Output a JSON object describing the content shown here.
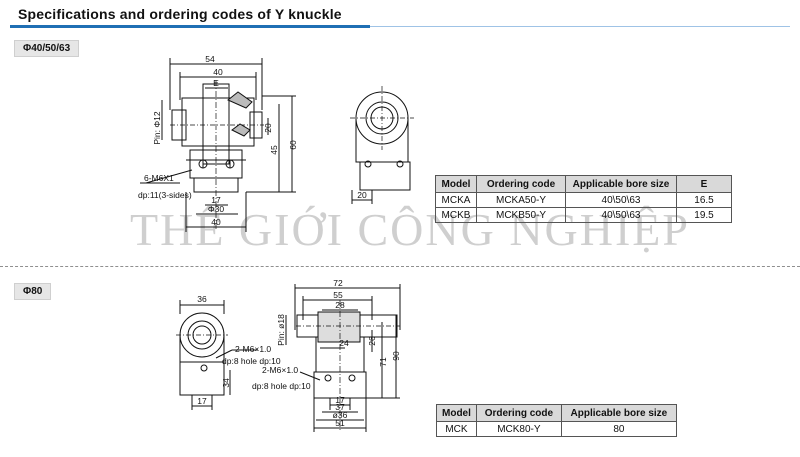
{
  "title": "Specifications and ordering codes of Y knuckle",
  "watermark": "THẾ GIỚI CÔNG NGHIỆP",
  "section1": {
    "label": "Φ40/50/63",
    "dims": {
      "d54": "54",
      "d40top": "40",
      "dE": "E",
      "dPin": "Pin: Φ12",
      "d20": "20",
      "d45": "45",
      "d60": "60",
      "dThread": "6-M6X1",
      "dDepth": "dp:11(3-sides)",
      "d17": "17",
      "dPhi30": "Φ30",
      "d40bot": "40",
      "d20side": "20"
    },
    "table": {
      "headers": [
        "Model",
        "Ordering code",
        "Applicable bore size",
        "E"
      ],
      "rows": [
        [
          "MCKA",
          "MCKA50-Y",
          "40\\50\\63",
          "16.5"
        ],
        [
          "MCKB",
          "MCKB50-Y",
          "40\\50\\63",
          "19.5"
        ]
      ]
    }
  },
  "section2": {
    "label": "Φ80",
    "dims": {
      "d36": "36",
      "d72": "72",
      "d55": "55",
      "d28": "28",
      "dPin": "Pin: ø18",
      "d24": "24",
      "d26": "26",
      "d71": "71",
      "d90": "90",
      "dThread1": "2-M6×1.0",
      "dDepth1": "dp:8 hole dp:10",
      "dThread2": "2-M6×1.0",
      "dDepth2": "dp:8 hole dp:10",
      "d34": "34",
      "d17a": "17",
      "d17b": "17",
      "d37": "37",
      "dPhi36": "ø36",
      "d51": "51"
    },
    "table": {
      "headers": [
        "Model",
        "Ordering code",
        "Applicable bore size"
      ],
      "rows": [
        [
          "MCK",
          "MCK80-Y",
          "80"
        ]
      ]
    }
  }
}
